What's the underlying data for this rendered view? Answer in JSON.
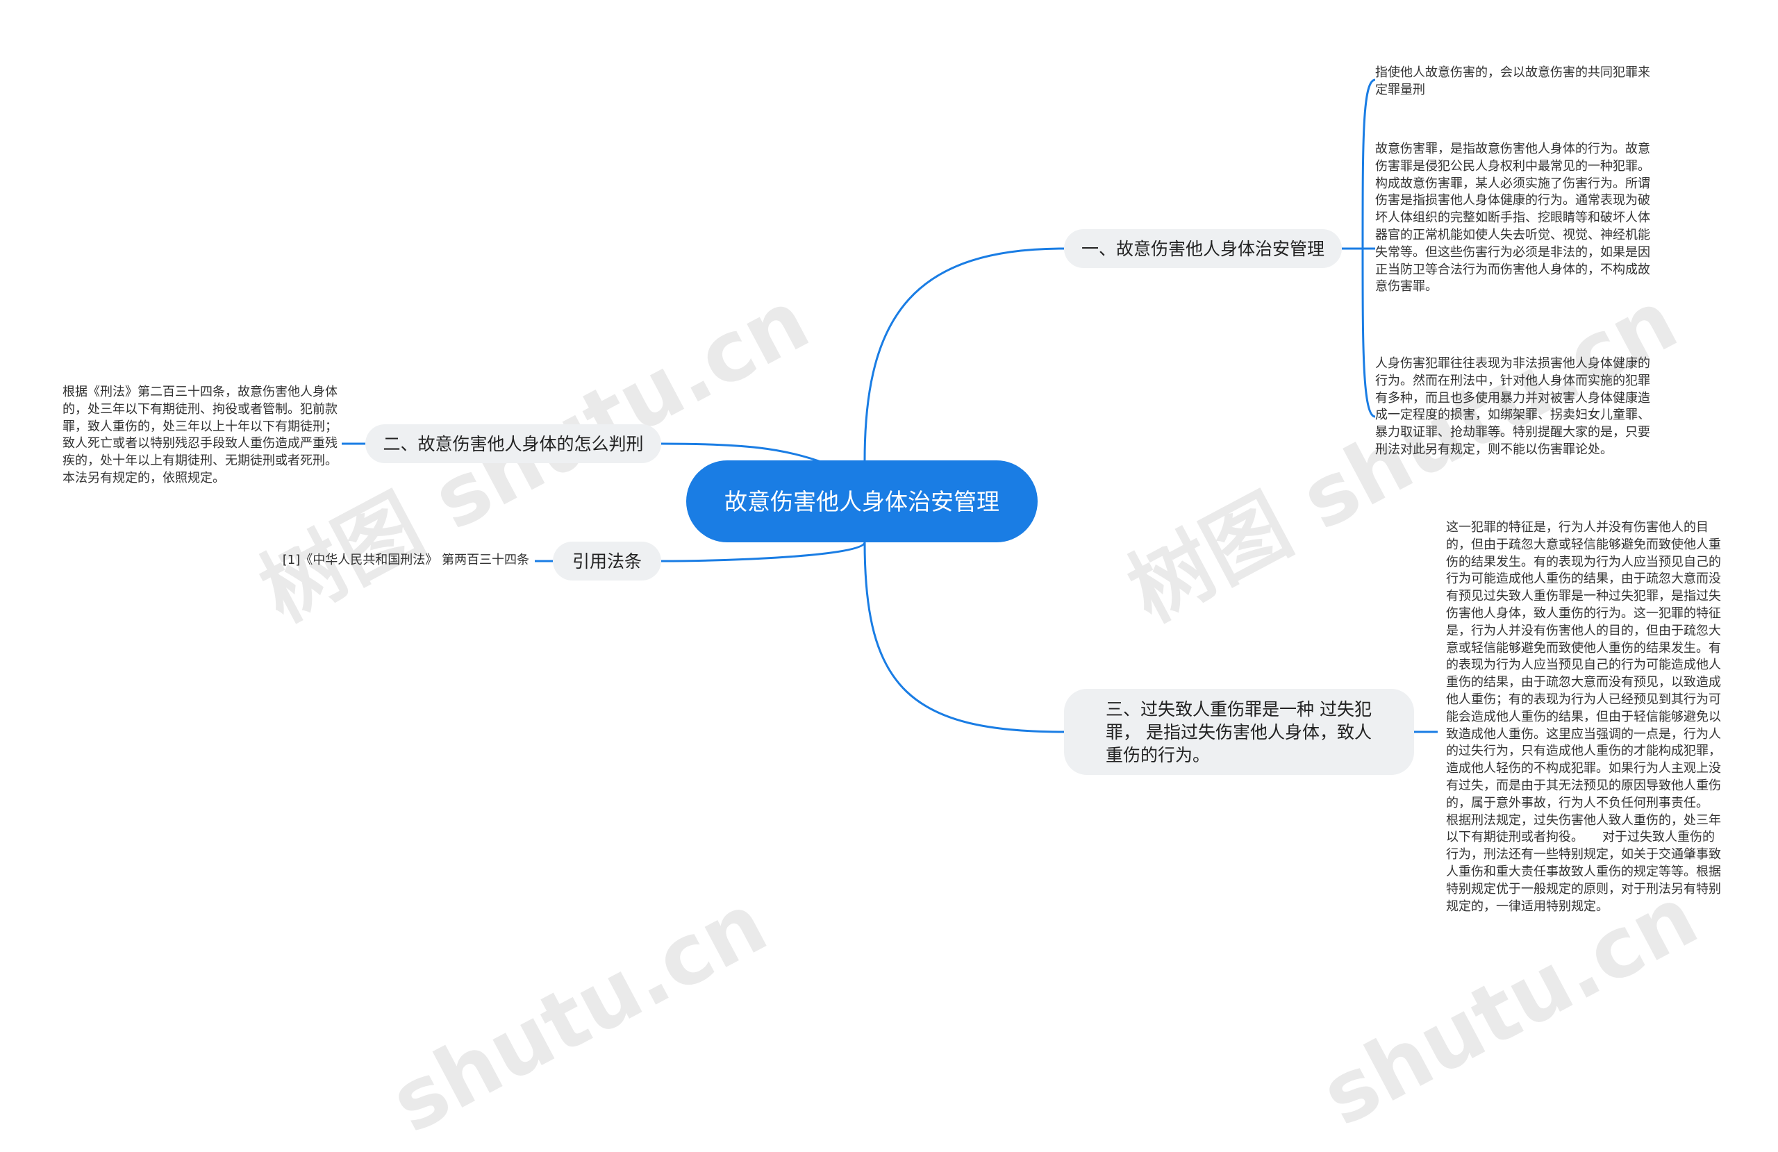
{
  "watermark": {
    "text_1": "树图 shutu.cn",
    "text_2": "树图 shutu.cn",
    "text_3": "shutu.cn",
    "text_4": "shutu.cn"
  },
  "root": {
    "label": "故意伤害他人身体治安管理"
  },
  "branches": [
    {
      "label": "一、故意伤害他人身体治安管理",
      "leaves": [
        "指使他人故意伤害的，会以故意伤害的共同犯罪来定罪量刑",
        "故意伤害罪，是指故意伤害他人身体的行为。故意伤害罪是侵犯公民人身权利中最常见的一种犯罪。构成故意伤害罪，某人必须实施了伤害行为。所谓伤害是指损害他人身体健康的行为。通常表现为破坏人体组织的完整如断手指、挖眼睛等和破坏人体器官的正常机能如使人失去听觉、视觉、神经机能失常等。但这些伤害行为必须是非法的，如果是因正当防卫等合法行为而伤害他人身体的，不构成故意伤害罪。",
        "人身伤害犯罪往往表现为非法损害他人身体健康的行为。然而在刑法中，针对他人身体而实施的犯罪有多种，而且也多使用暴力并对被害人身体健康造成一定程度的损害，如绑架罪、拐卖妇女儿童罪、暴力取证罪、抢劫罪等。特别提醒大家的是，只要刑法对此另有规定，则不能以伤害罪论处。"
      ]
    },
    {
      "label": "二、故意伤害他人身体的怎么判刑",
      "leaves": [
        "根据《刑法》第二百三十四条，故意伤害他人身体的，处三年以下有期徒刑、拘役或者管制。犯前款罪，致人重伤的，处三年以上十年以下有期徒刑；致人死亡或者以特别残忍手段致人重伤造成严重残疾的，处十年以上有期徒刑、无期徒刑或者死刑。本法另有规定的，依照规定。"
      ]
    },
    {
      "label": "引用法条",
      "leaves": [
        "[1]《中华人民共和国刑法》 第两百三十四条"
      ]
    },
    {
      "label": "三、过失致人重伤罪是一种 过失犯罪， 是指过失伤害他人身体，致人重伤的行为。",
      "leaves": [
        "这一犯罪的特征是，行为人并没有伤害他人的目的，但由于疏忽大意或轻信能够避免而致使他人重伤的结果发生。有的表现为行为人应当预见自己的行为可能造成他人重伤的结果，由于疏忽大意而没有预见过失致人重伤罪是一种过失犯罪，是指过失伤害他人身体，致人重伤的行为。这一犯罪的特征是，行为人并没有伤害他人的目的，但由于疏忽大意或轻信能够避免而致使他人重伤的结果发生。有的表现为行为人应当预见自己的行为可能造成他人重伤的结果，由于疏忽大意而没有预见，以致造成他人重伤；有的表现为行为人已经预见到其行为可能会造成他人重伤的结果，但由于轻信能够避免以致造成他人重伤。这里应当强调的一点是，行为人的过失行为，只有造成他人重伤的才能构成犯罪，造成他人轻伤的不构成犯罪。如果行为人主观上没有过失，而是由于其无法预见的原因导致他人重伤的，属于意外事故，行为人不负任何刑事责任。　　根据刑法规定，过失伤害他人致人重伤的，处三年以下有期徒刑或者拘役。　　对于过失致人重伤的行为，刑法还有一些特别规定，如关于交通肇事致人重伤和重大责任事故致人重伤的规定等等。根据特别规定优于一般规定的原则，对于刑法另有特别规定的，一律适用特别规定。"
      ]
    }
  ],
  "colors": {
    "root_fill": "#1a7de4",
    "branch_fill": "#eef0f2",
    "connector": "#1a7de4"
  }
}
